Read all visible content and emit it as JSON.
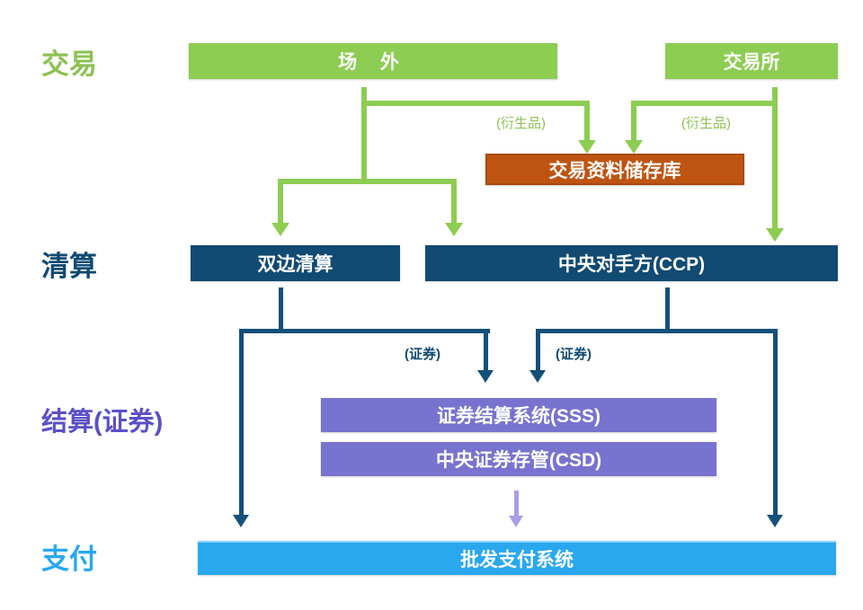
{
  "stages": {
    "trading": "交易",
    "clearing": "清算",
    "settlement": "结算(证券)",
    "payment": "支付"
  },
  "boxes": {
    "otc": "场 外",
    "exchange": "交易所",
    "trade_repository": "交易资料储存库",
    "bilateral_clearing": "双边清算",
    "ccp": "中央对手方(CCP)",
    "sss": "证券结算系统(SSS)",
    "csd": "中央证券存管(CSD)",
    "wholesale_payment": "批发支付系统"
  },
  "edge_labels": {
    "derivatives_left": "(衍生品)",
    "derivatives_right": "(衍生品)",
    "securities_left": "(证券)",
    "securities_right": "(证券)"
  },
  "colors": {
    "trading_green": "#8ccd52",
    "trading_label_green": "#8cc152",
    "repository_orange": "#bf5412",
    "clearing_navy": "#114a72",
    "connector_navy": "#15507a",
    "settlement_purple_box": "#7873cf",
    "settlement_label_purple": "#5b50c8",
    "settlement_arrow_lavender": "#a79ee4",
    "payment_blue": "#29a8f0",
    "background": "#ffffff",
    "box_text": "#ffffff"
  },
  "diagram_semantics": {
    "description": "Financial market infrastructure flow: trading venues feed clearing, settlement and payment systems",
    "edges": [
      "otc -> trade_repository (derivatives)",
      "exchange -> trade_repository (derivatives)",
      "otc -> bilateral_clearing",
      "otc -> ccp",
      "exchange -> ccp",
      "bilateral_clearing -> sss (securities)",
      "bilateral_clearing -> wholesale_payment",
      "ccp -> sss (securities)",
      "ccp -> wholesale_payment",
      "csd -> wholesale_payment"
    ]
  }
}
